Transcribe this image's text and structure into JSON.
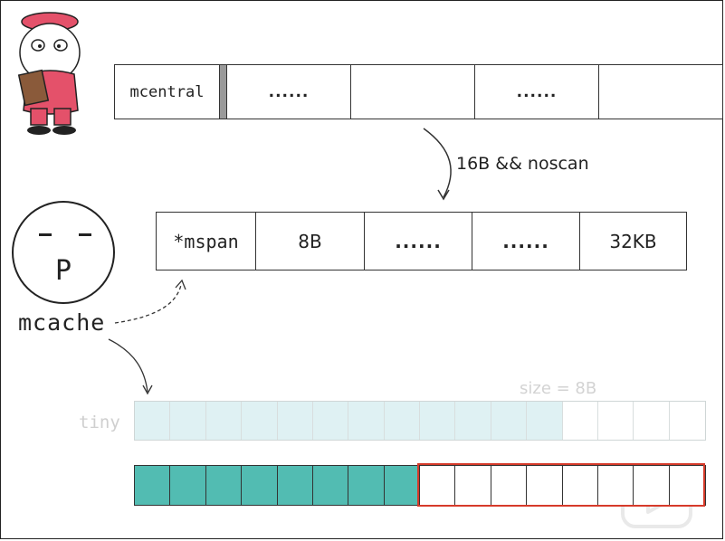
{
  "mcentral_row": {
    "cells": [
      "mcentral",
      "",
      "......",
      "",
      "......",
      ""
    ]
  },
  "arrow_label": "16B && noscan",
  "mspan_row": {
    "cells": [
      "*mspan",
      "8B",
      "......",
      "......",
      "32KB"
    ]
  },
  "mcache_label": "mcache",
  "p_label": "P",
  "tiny_label": "tiny",
  "size_label": "size = 8B",
  "tiny_blocks": {
    "total": 16,
    "filled": 12,
    "fill_color": "#dff1f3",
    "empty_color": "#ffffff"
  },
  "alloc_blocks": {
    "total": 16,
    "filled": 8,
    "fill_color": "#52bcb2",
    "empty_color": "#ffffff",
    "highlight_color": "#d63a2a"
  },
  "colors": {
    "mascot_suit": "#e4516a",
    "mascot_book": "#8a5a3a"
  },
  "icons": [
    "gopher-mascot-icon",
    "bilibili-play-icon"
  ]
}
